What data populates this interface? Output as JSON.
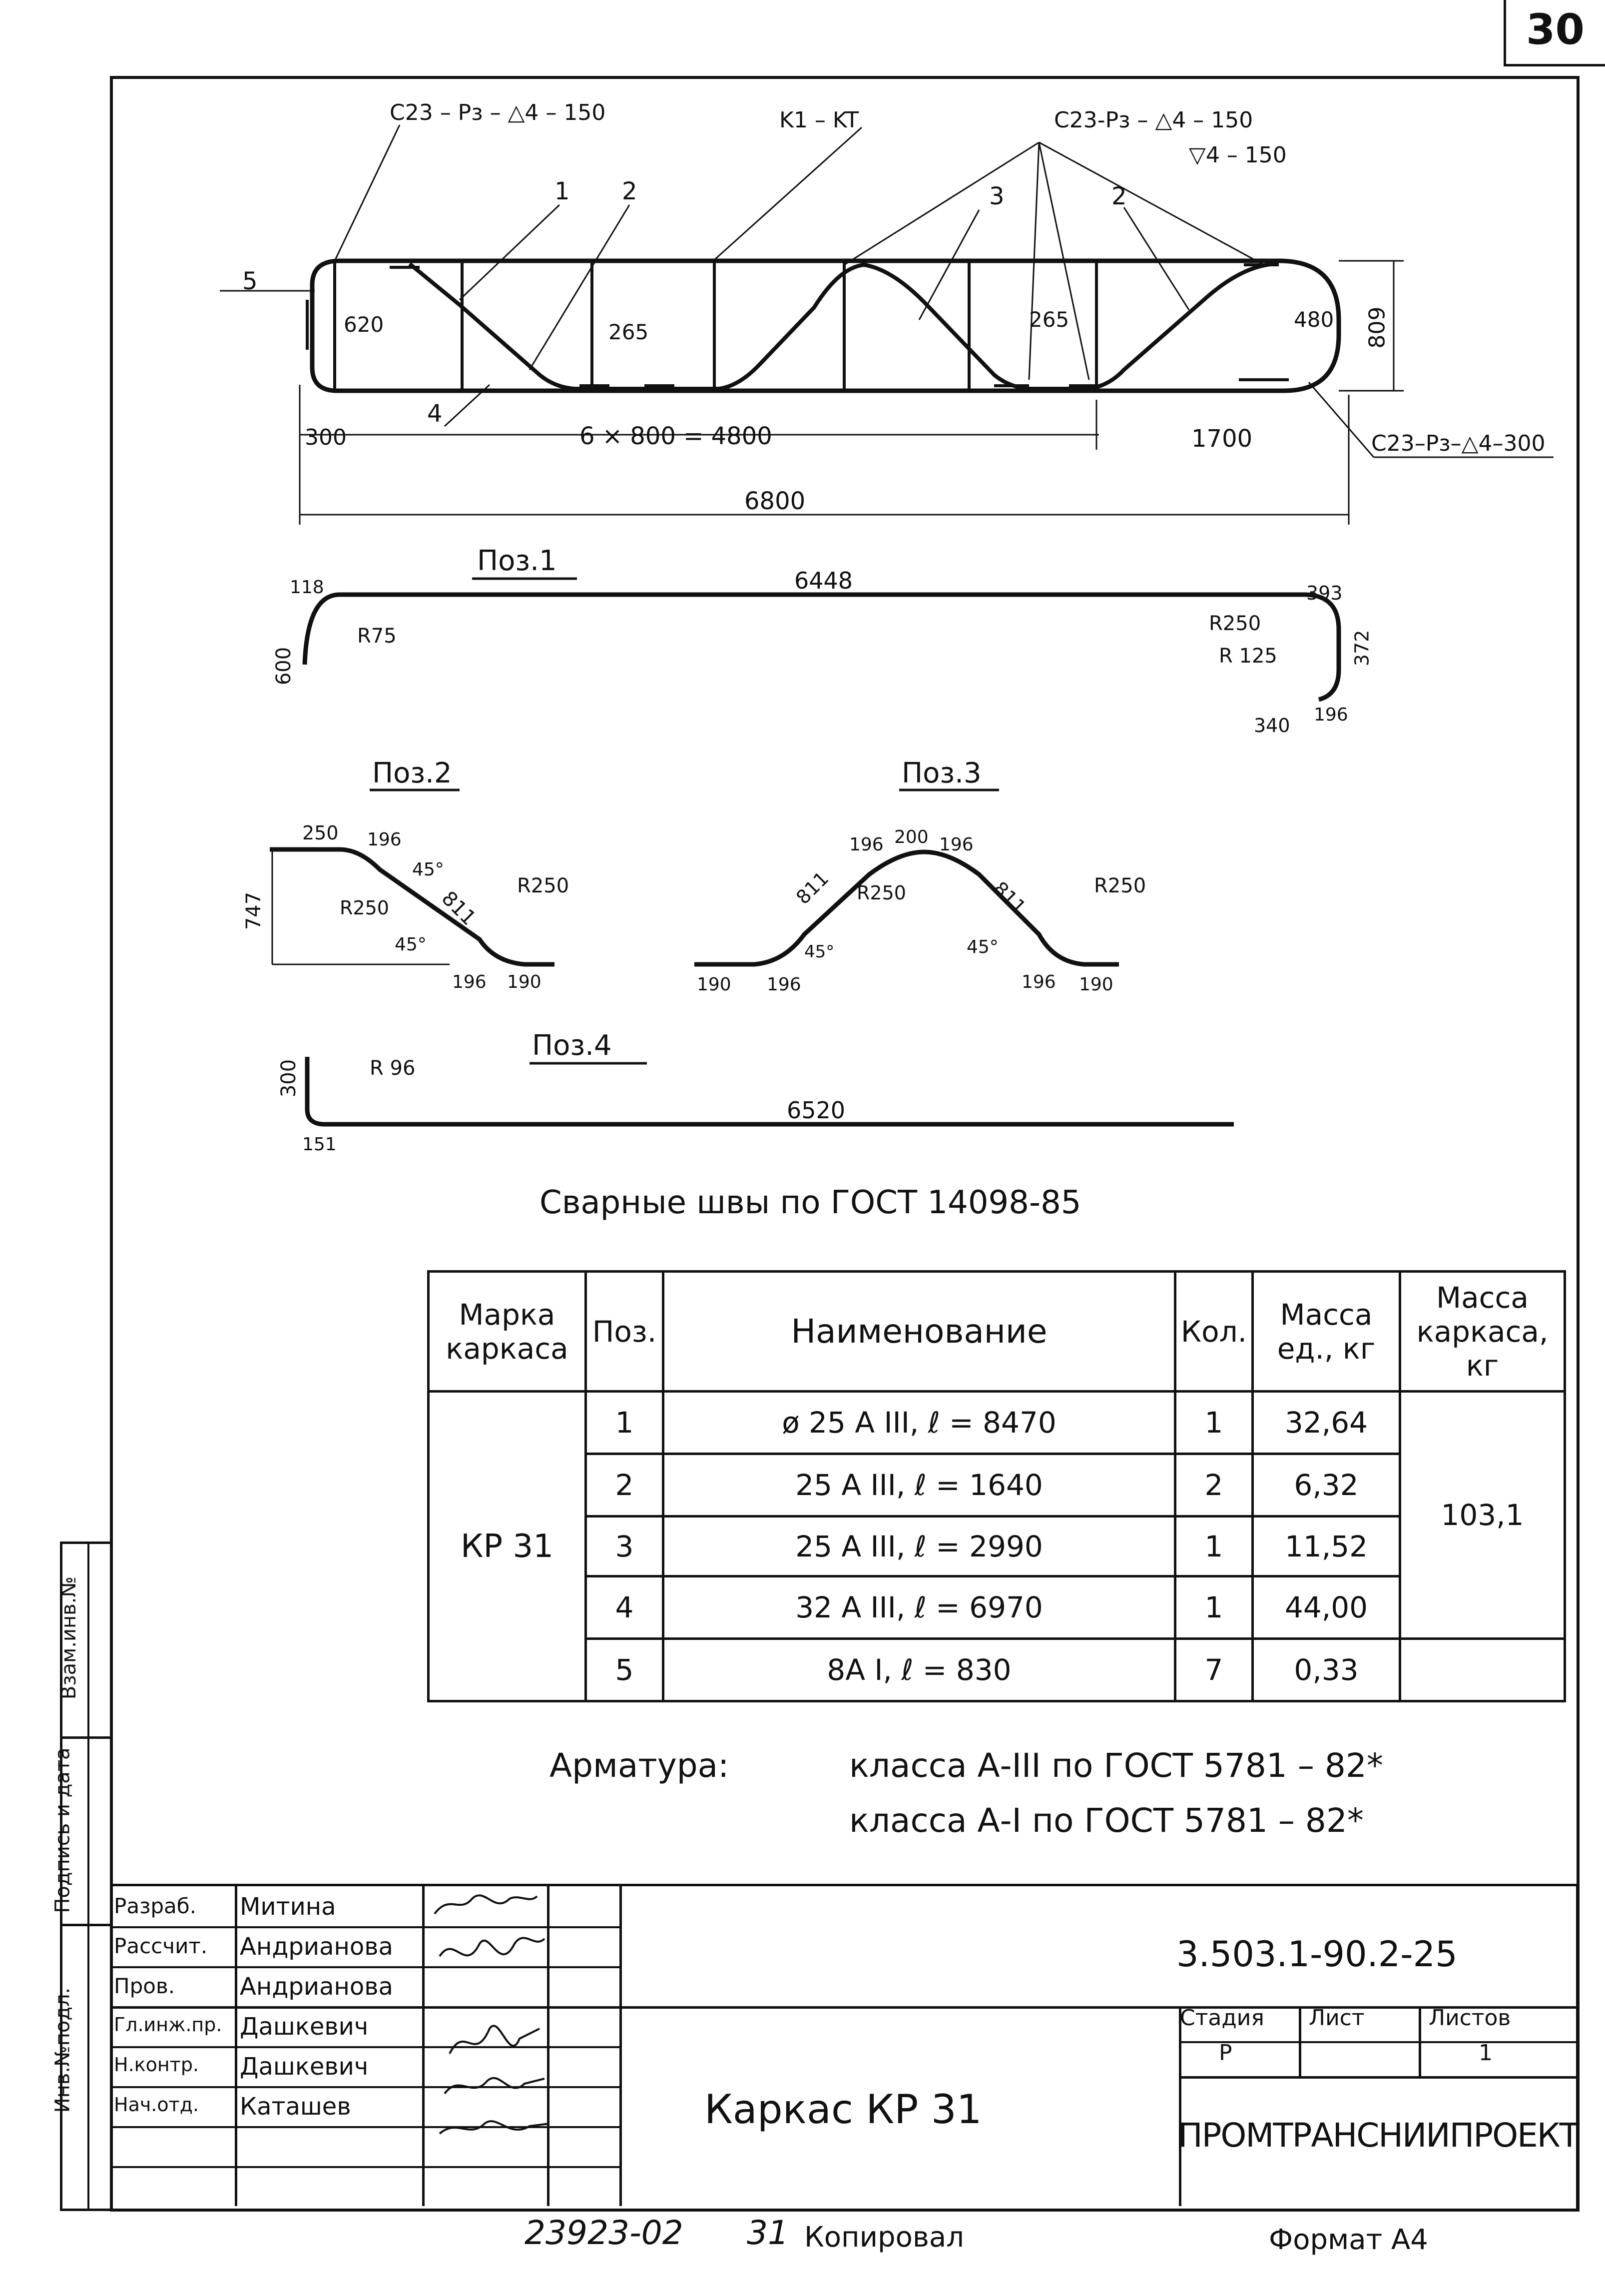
{
  "sheet_number": "30",
  "drawing": {
    "callouts": {
      "weld_left": "C23 – Pз – △4 – 150",
      "k1": "K1 – KT",
      "weld_right_top": "C23-Pз – △4 – 150",
      "weld_right_bottom": "▽4 – 150",
      "weld_bottom_right": "C23–Pз–△4–300",
      "pos1": "1",
      "pos2": "2",
      "pos3": "3",
      "pos2b": "2",
      "pos4": "4",
      "pos5": "5"
    },
    "dims": {
      "d620": "620",
      "d265a": "265",
      "d265b": "265",
      "d480": "480",
      "d809": "809",
      "d300": "300",
      "d6x800": "6 × 800 = 4800",
      "d1700": "1700",
      "d6800": "6800"
    }
  },
  "details": {
    "poz1": {
      "title": "Поз.1",
      "length": "6448",
      "r75": "R75",
      "d118": "118",
      "d600": "600",
      "d393": "393",
      "r250": "R250",
      "r125": "R 125",
      "d372": "372",
      "d340": "340",
      "d196": "196"
    },
    "poz2": {
      "title": "Поз.2",
      "d250": "250",
      "d196a": "196",
      "a45a": "45°",
      "r250a": "R250",
      "d811": "811",
      "r250b": "R250",
      "a45b": "45°",
      "d196b": "196",
      "d190": "190",
      "d747": "747"
    },
    "poz3": {
      "title": "Поз.3",
      "d196a": "196",
      "d200": "200",
      "d196b": "196",
      "d811a": "811",
      "r250a": "R250",
      "d811b": "811",
      "r250b": "R250",
      "a45a": "45°",
      "a45b": "45°",
      "d190a": "190",
      "d196c": "196",
      "d196d": "196",
      "d190b": "190"
    },
    "poz4": {
      "title": "Поз.4",
      "d300": "300",
      "r96": "R 96",
      "d151": "151",
      "length": "6520"
    }
  },
  "weld_note": "Сварные швы по ГОСТ 14098-85",
  "spec_table": {
    "headers": {
      "mark": "Марка каркаса",
      "poz": "Поз.",
      "name": "Наименование",
      "qty": "Кол.",
      "mass_unit": "Масса ед., кг",
      "mass_frame": "Масса каркаса, кг"
    },
    "mark": "КР 31",
    "mass_total": "103,1",
    "rows": [
      {
        "poz": "1",
        "name": "ø 25 А III,    ℓ = 8470",
        "qty": "1",
        "mass": "32,64"
      },
      {
        "poz": "2",
        "name": "25 А III,    ℓ = 1640",
        "qty": "2",
        "mass": "6,32"
      },
      {
        "poz": "3",
        "name": "25 А III,    ℓ = 2990",
        "qty": "1",
        "mass": "11,52"
      },
      {
        "poz": "4",
        "name": "32 А III,    ℓ = 6970",
        "qty": "1",
        "mass": "44,00"
      },
      {
        "poz": "5",
        "name": "8А I,    ℓ = 830",
        "qty": "7",
        "mass": "0,33"
      }
    ]
  },
  "armatura": {
    "label": "Арматура:",
    "line1": "класса А-III по ГОСТ 5781 – 82*",
    "line2": "класса А-I по ГОСТ 5781 – 82*"
  },
  "side_stamp": {
    "vzam": "Взам.инв.№",
    "podpis": "Подпись и дата",
    "inv": "Инв.№подл."
  },
  "title_block": {
    "roles": [
      "Разраб.",
      "Рассчит.",
      "Пров.",
      "Гл.инж.пр.",
      "Н.контр.",
      "Нач.отд."
    ],
    "names": [
      "Митина",
      "Андрианова",
      "Андрианова",
      "Дашкевич",
      "Дашкевич",
      "Каташев"
    ],
    "code": "3.503.1-90.2-25",
    "stage_label": "Стадия",
    "sheet_label": "Лист",
    "sheets_label": "Листов",
    "stage": "Р",
    "sheets": "1",
    "title": "Каркас КР 31",
    "org": "ПРОМТРАНСНИИПРОЕКТ"
  },
  "footer": {
    "number": "23923-02",
    "page": "31",
    "copied": "Копировал",
    "format": "Формат А4"
  }
}
